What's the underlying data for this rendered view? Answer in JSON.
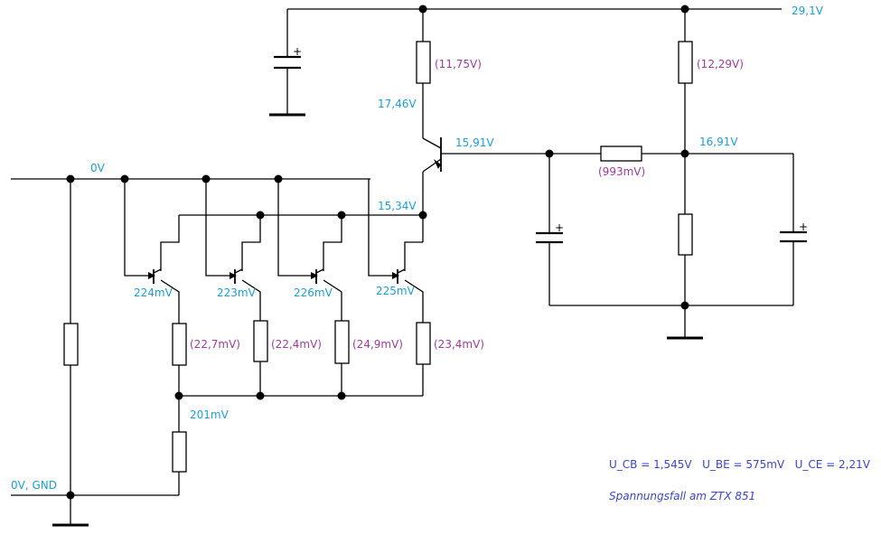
{
  "colors": {
    "node_label": "#1a9ed6",
    "drop_label": "#9b3c9b",
    "note": "#3a45c8",
    "wire": "#000000"
  },
  "nodes": {
    "supply": "29,1V",
    "collector": "17,46V",
    "base": "15,91V",
    "emitter": "15,34V",
    "divider": "16,91V",
    "rail_0v": "0V",
    "gnd": "0V, GND",
    "mirror_1": "224mV",
    "mirror_2": "223mV",
    "mirror_3": "226mV",
    "mirror_4": "225mV",
    "common": "201mV"
  },
  "drops": {
    "collector_resistor": "(11,75V)",
    "divider_top_resistor": "(12,29V)",
    "base_resistor": "(993mV)",
    "emitter_1": "(22,7mV)",
    "emitter_2": "(22,4mV)",
    "emitter_3": "(24,9mV)",
    "emitter_4": "(23,4mV)"
  },
  "notes": {
    "voltages": "U_CB = 1,545V   U_BE = 575mV   U_CE = 2,21V",
    "caption": "Spannungsfall am ZTX 851"
  }
}
